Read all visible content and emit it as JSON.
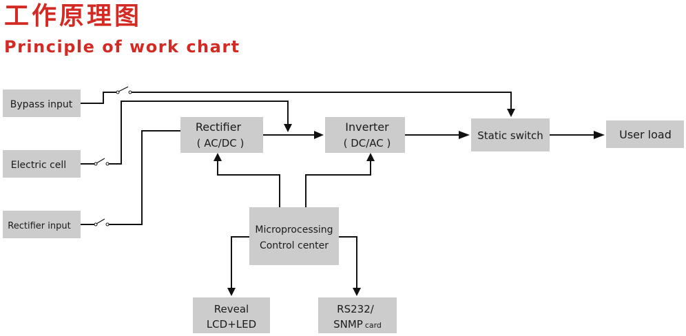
{
  "header": {
    "title_cn": "工作原理图",
    "title_en": "Principle of work chart"
  },
  "diagram": {
    "bypass_input": "Bypass input",
    "electric_cell": "Electric cell",
    "rectifier_input": "Rectifier input",
    "rectifier": {
      "line1": "Rectifier",
      "line2": "( AC/DC )"
    },
    "inverter": {
      "line1": "Inverter",
      "line2": "( DC/AC )"
    },
    "static_switch": "Static switch",
    "user_load": "User load",
    "micro": {
      "line1": "Microprocessing",
      "line2": "Control center"
    },
    "reveal": {
      "line1": "Reveal",
      "line2": "LCD+LED"
    },
    "rs232": {
      "line1": "RS232/",
      "line2": "SNMP",
      "line2_small": "card"
    }
  }
}
